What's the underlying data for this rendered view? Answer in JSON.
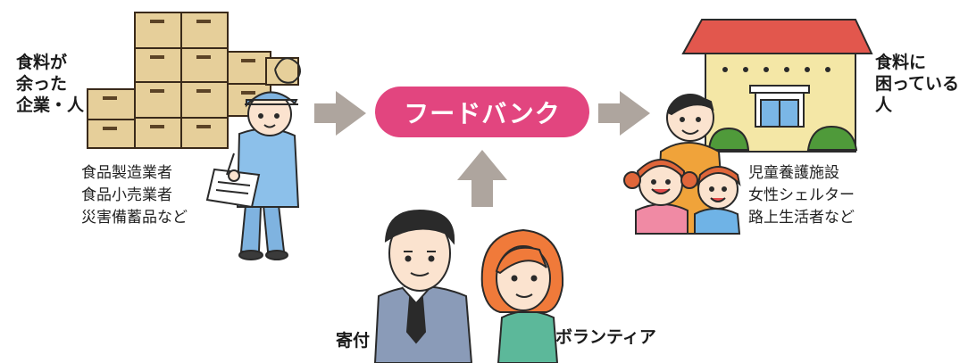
{
  "left_group": {
    "label_lines": [
      "食料が",
      "余った",
      "企業・人"
    ],
    "list": [
      "食品製造業者",
      "食品小売業者",
      "災害備蓄品など"
    ]
  },
  "center": {
    "label": "フードバンク"
  },
  "right_group": {
    "label_lines": [
      "食料に",
      "困っている",
      "人"
    ],
    "list": [
      "児童養護施設",
      "女性シェルター",
      "路上生活者など"
    ]
  },
  "bottom": {
    "donation_label": "寄付",
    "volunteer_label": "ボランティア"
  },
  "colors": {
    "arrow": "#aea59e",
    "pill": "#e2457f",
    "box": "#e6cf9a",
    "roof": "#e2574d",
    "house": "#f4e7a6"
  }
}
